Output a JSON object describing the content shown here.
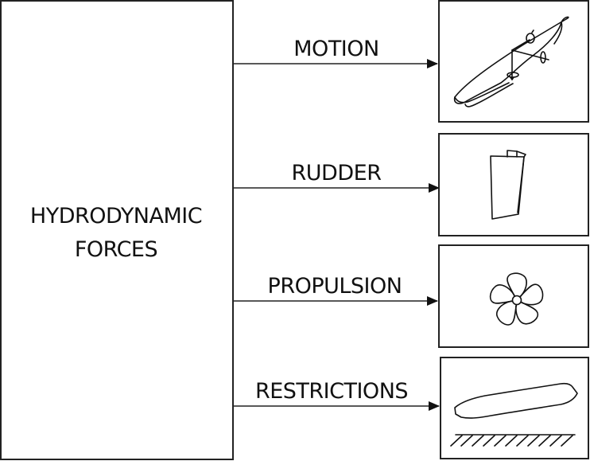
{
  "main_box": {
    "label_line1": "HYDRODYNAMIC",
    "label_line2": "FORCES"
  },
  "branches": [
    {
      "id": "motion",
      "label": "MOTION",
      "icon": "ship-hull-motion-icon"
    },
    {
      "id": "rudder",
      "label": "RUDDER",
      "icon": "rudder-icon"
    },
    {
      "id": "propulsion",
      "label": "PROPULSION",
      "icon": "propeller-icon"
    },
    {
      "id": "restrictions",
      "label": "RESTRICTIONS",
      "icon": "ship-over-seabed-icon"
    }
  ],
  "colors": {
    "stroke": "#222222",
    "background": "#ffffff"
  }
}
